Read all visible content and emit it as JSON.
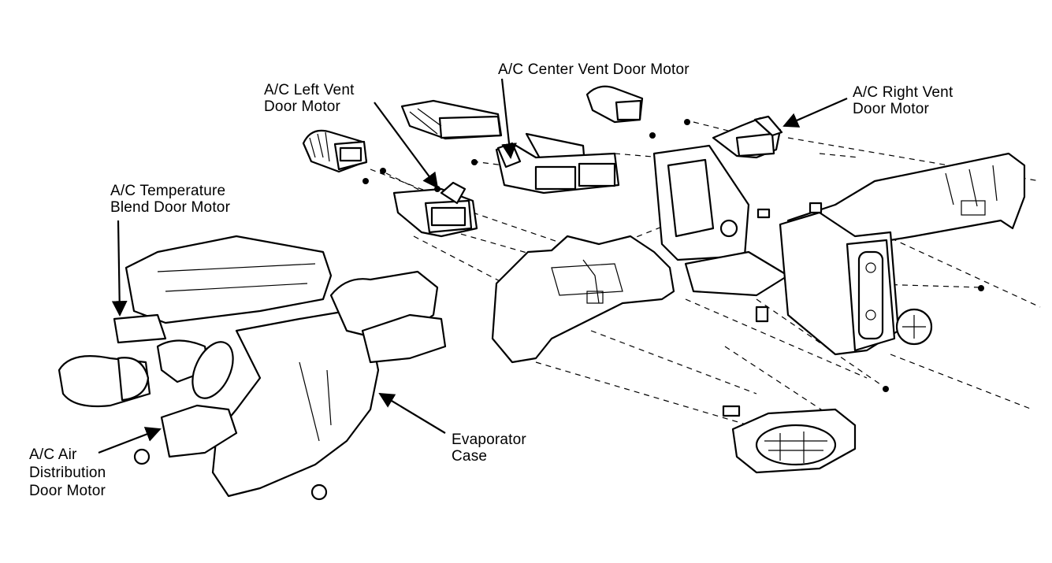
{
  "labels": {
    "left_vent_line1": "A/C Left Vent",
    "left_vent_line2": "Door Motor",
    "center_vent": "A/C Center Vent Door Motor",
    "right_vent_line1": "A/C Right Vent",
    "right_vent_line2": "Door Motor",
    "temp_blend_line1": "A/C Temperature",
    "temp_blend_line2": "Blend Door Motor",
    "air_dist_line1": "A/C Air",
    "air_dist_line2": "Distribution",
    "air_dist_line3": "Door Motor",
    "evap_line1": "Evaporator",
    "evap_line2": "Case"
  }
}
